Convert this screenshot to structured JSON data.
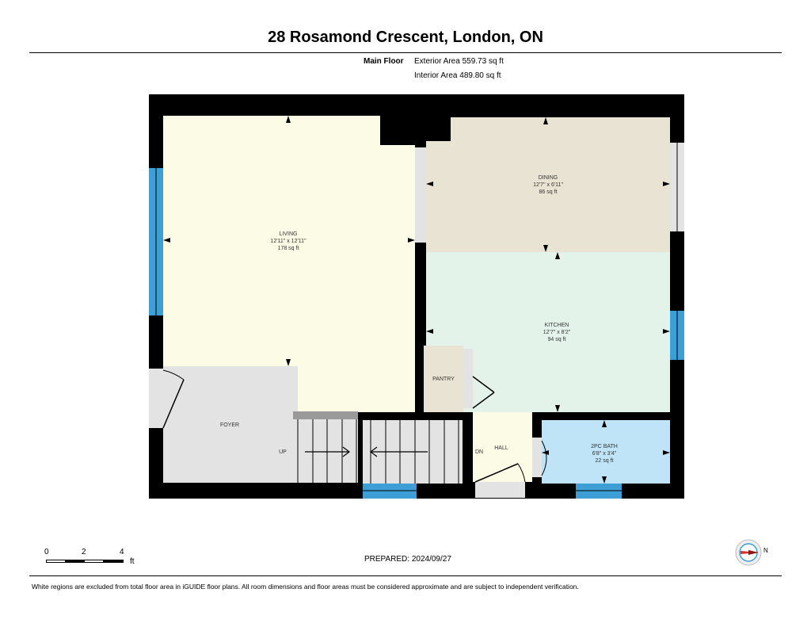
{
  "header": {
    "title": "28 Rosamond Crescent, London, ON",
    "floor_name": "Main Floor",
    "exterior_area": "Exterior Area 559.73 sq ft",
    "interior_area": "Interior Area 489.80 sq ft"
  },
  "rooms": {
    "living": {
      "name": "LIVING",
      "dims": "12'11\" x 12'11\"",
      "area": "178 sq ft"
    },
    "dining": {
      "name": "DINING",
      "dims": "12'7\" x 6'11\"",
      "area": "86 sq ft"
    },
    "kitchen": {
      "name": "KITCHEN",
      "dims": "12'7\" x 8'2\"",
      "area": "94 sq ft"
    },
    "bath": {
      "name": "2PC BATH",
      "dims": "6'8\" x 3'4\"",
      "area": "22 sq ft"
    },
    "pantry": {
      "name": "PANTRY"
    },
    "foyer": {
      "name": "FOYER"
    },
    "hall": {
      "name": "HALL"
    }
  },
  "stairs": {
    "up_label": "UP",
    "down_label": "DN"
  },
  "scale": {
    "labels": [
      "0",
      "2",
      "4"
    ],
    "unit": "ft"
  },
  "compass": {
    "north_label": "N"
  },
  "footer": {
    "prepared": "PREPARED: 2024/09/27",
    "disclaimer": "White regions are excluded from total floor area in iGUIDE floor plans. All room dimensions and floor areas must be considered approximate and are subject to independent verification."
  },
  "colors": {
    "wall": "#000000",
    "living": "#fbfbe6",
    "dining": "#e9e3d3",
    "kitchen": "#e4f3ea",
    "bath": "#bfe3f7",
    "pantry": "#e9e3d3",
    "hall": "#fbfbe6",
    "foyer": "#e3e3e3",
    "window": "#3d9fd6"
  }
}
